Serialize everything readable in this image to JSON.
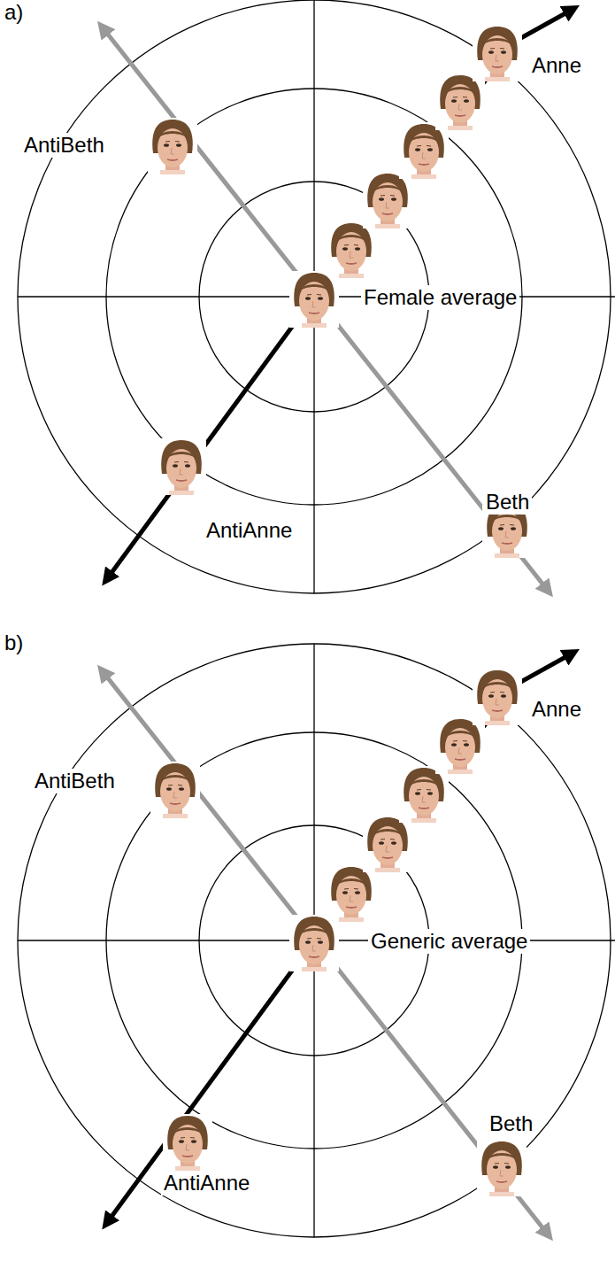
{
  "diagram": {
    "labels": [
      "a)",
      "AntiBeth",
      "Anne",
      "Female average",
      "AntiAnne",
      "Beth",
      "b)",
      "AntiBeth",
      "Anne",
      "Generic average",
      "AntiAnne",
      "Beth"
    ]
  }
}
